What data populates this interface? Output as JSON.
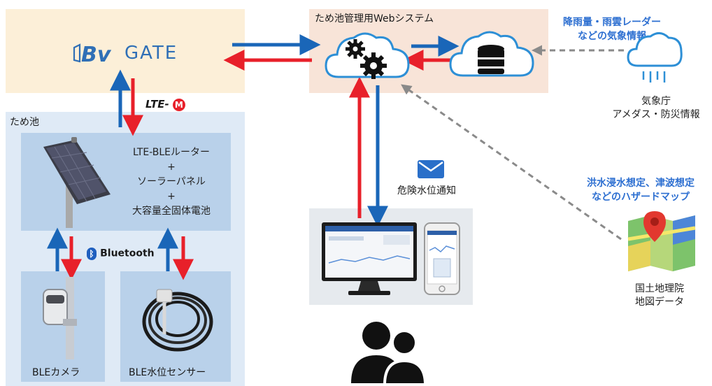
{
  "gateway": {
    "logo_text": "GATE"
  },
  "lte": {
    "label": "LTE-"
  },
  "pond": {
    "title": "ため池",
    "router_lines": [
      "LTE-BLEルーター",
      "+",
      "ソーラーパネル",
      "+",
      "大容量全固体電池"
    ],
    "bluetooth_label": "Bluetooth",
    "camera_label": "BLEカメラ",
    "sensor_label": "BLE水位センサー"
  },
  "web_system": {
    "title": "ため池管理用Webシステム"
  },
  "alert": {
    "label": "危険水位通知"
  },
  "weather": {
    "heading_lines": [
      "降雨量・雨雲レーダー",
      "などの気象情報"
    ],
    "source_lines": [
      "気象庁",
      "アメダス・防災情報"
    ]
  },
  "hazard": {
    "heading_lines": [
      "洪水浸水想定、津波想定",
      "などのハザードマップ"
    ],
    "source_lines": [
      "国土地理院",
      "地図データ"
    ]
  },
  "colors": {
    "up_arrow": "#1a66b8",
    "down_arrow": "#e8202a",
    "dashed": "#8a8a8a",
    "pond_bg": "#dfeaf6",
    "gate_bg": "#fcefd8",
    "web_bg": "#f8e4d8",
    "panel_bg": "#b9d1ea"
  }
}
